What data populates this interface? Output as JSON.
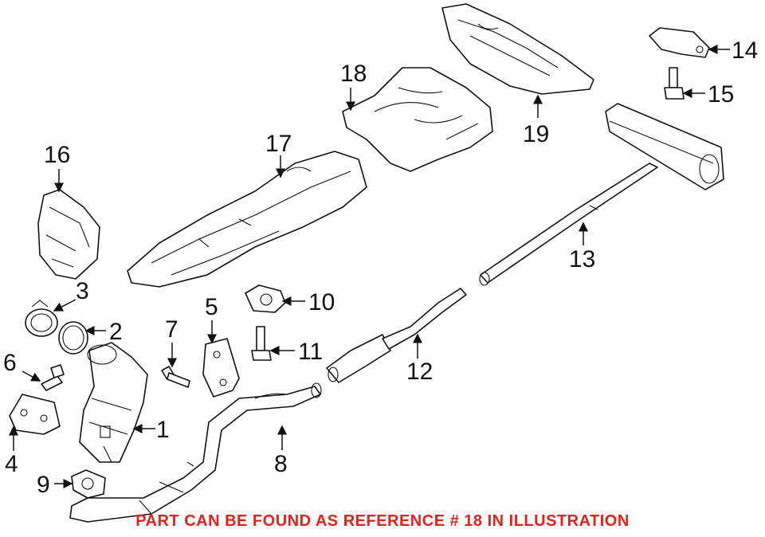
{
  "callouts": [
    "1",
    "2",
    "3",
    "4",
    "5",
    "6",
    "7",
    "8",
    "9",
    "10",
    "11",
    "12",
    "13",
    "14",
    "15",
    "16",
    "17",
    "18",
    "19"
  ],
  "notice": "PART CAN BE FOUND AS REFERENCE # 18 IN ILLUSTRATION",
  "colors": {
    "linework": "#111111",
    "notice": "#e8201c",
    "background": "#ffffff"
  }
}
